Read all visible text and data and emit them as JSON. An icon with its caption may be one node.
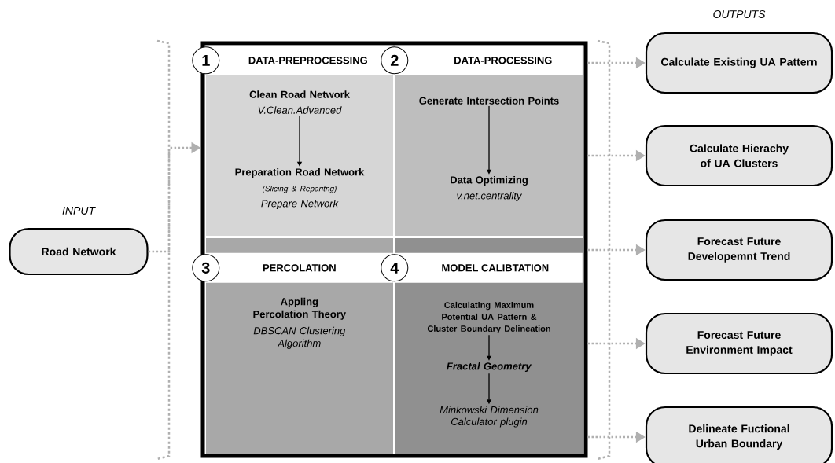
{
  "diagram": {
    "nodes": [
      {
        "text": [
          "Road Network"
        ],
        "beside": [
          "INPUT"
        ]
      },
      {
        "text": [],
        "shape": "box"
      },
      {
        "text": [
          "1",
          "DATA-PREPROCESSING"
        ],
        "in": 1
      },
      {
        "text": [
          "Clean Road Network",
          "V.Clean.Advanced"
        ],
        "in": 2
      },
      {
        "text": [
          "Preparation Road Network",
          "(Slicing & Reparitng)",
          "Prepare Network"
        ],
        "in": 2
      },
      {
        "text": [
          "2",
          "DATA-PROCESSING"
        ],
        "in": 1
      },
      {
        "text": [
          "Generate Intersection Points"
        ],
        "in": 5
      },
      {
        "text": [
          "Data Optimizing",
          "v.net.centrality"
        ],
        "in": 5
      },
      {
        "text": [
          "3",
          "PERCOLATION",
          "Appling Percolation Theory",
          "DBSCAN Clustering Algorithm"
        ],
        "in": 1
      },
      {
        "text": [
          "4",
          "MODEL CALIBTATION"
        ],
        "in": 1
      },
      {
        "text": [
          "Calculating Maximum Potential UA Pattern & Cluster Boundary Delineation"
        ],
        "in": 9
      },
      {
        "text": [
          "*Fractal Geometry*"
        ],
        "in": 9
      },
      {
        "text": [
          "Minkowski Dimension Calculator plugin"
        ],
        "in": 9
      },
      {
        "text": [
          "Calculate Existing UA Pattern"
        ]
      },
      {
        "text": [
          "Calculate Hierachy of UA Clusters"
        ]
      },
      {
        "text": [
          "Forecast Future Developemnt Trend"
        ]
      },
      {
        "text": [
          "Forecast Future Environment Impact"
        ]
      },
      {
        "text": [
          "Delineate Fuctional Urban Boundary"
        ]
      }
    ],
    "edges": [
      {
        "from": 0,
        "to": 1,
        "arrow": "to",
        "style": "dashed",
        "color": "#b0b0b0"
      },
      {
        "from": 3,
        "to": 4,
        "arrow": "to",
        "color": "#000000"
      },
      {
        "from": 6,
        "to": 7,
        "arrow": "to",
        "color": "#000000"
      },
      {
        "from": 10,
        "to": 11,
        "arrow": "to",
        "color": "#000000"
      },
      {
        "from": 11,
        "to": 12,
        "arrow": "to",
        "color": "#000000"
      },
      {
        "from": 1,
        "to": 13,
        "arrow": "to",
        "style": "dashed",
        "color": "#b0b0b0"
      },
      {
        "from": 1,
        "to": 14,
        "arrow": "to",
        "style": "dashed",
        "color": "#b0b0b0"
      },
      {
        "from": 1,
        "to": 15,
        "arrow": "to",
        "style": "dashed",
        "color": "#b0b0b0"
      },
      {
        "from": 1,
        "to": 16,
        "arrow": "to",
        "style": "dashed",
        "color": "#b0b0b0"
      },
      {
        "from": 1,
        "to": 17,
        "arrow": "to",
        "style": "dashed",
        "color": "#b0b0b0"
      }
    ],
    "labels": [
      "OUTPUTS"
    ]
  }
}
